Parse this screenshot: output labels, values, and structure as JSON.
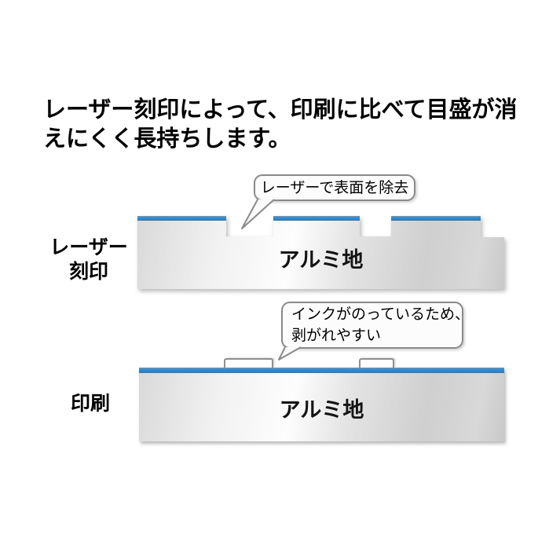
{
  "title": {
    "line1": "レーザー刻印によって、印刷に比べて目盛が消",
    "line2": "えにくく長持ちします。"
  },
  "laser_section": {
    "label_line1": "レーザー",
    "label_line2": "刻印",
    "callout": "レーザーで表面を除去",
    "block_label": "アルミ地"
  },
  "print_section": {
    "label": "印刷",
    "callout_line1": "インクがのっているため、",
    "callout_line2": "剥がれやすい",
    "block_label": "アルミ地"
  },
  "colors": {
    "accent_blue": "#1e7fcd",
    "metal_gray": "#d5d5d5",
    "outline_gray": "#8a8a8a",
    "background": "#ffffff"
  }
}
